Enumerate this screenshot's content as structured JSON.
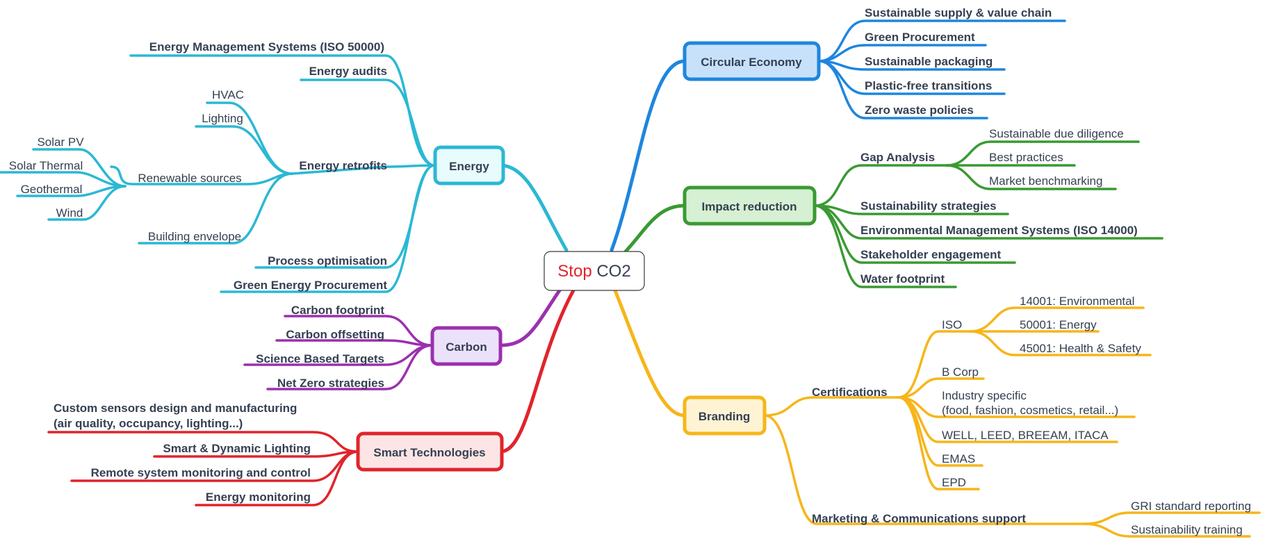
{
  "root": {
    "part1": "Stop",
    "part2": " CO2",
    "accent_color": "#e0242b"
  },
  "colors": {
    "energy": "#2bb8d4",
    "carbon": "#9b30ae",
    "smart": "#e0242b",
    "circular": "#1e86de",
    "impact": "#3a9a33",
    "branding": "#f6b61a",
    "text": "#354052"
  },
  "branches": {
    "energy": {
      "label": "Energy",
      "items": {
        "ems": "Energy Management Systems (ISO 50000)",
        "audits": "Energy audits",
        "retrofits": "Energy retrofits",
        "hvac": "HVAC",
        "lighting": "Lighting",
        "renewable": "Renewable sources",
        "solar_pv": "Solar PV",
        "solar_thermal": "Solar Thermal",
        "geothermal": "Geothermal",
        "wind": "Wind",
        "envelope": "Building envelope",
        "process": "Process optimisation",
        "green_procurement": "Green Energy Procurement"
      }
    },
    "carbon": {
      "label": "Carbon",
      "items": {
        "footprint": "Carbon footprint",
        "offsetting": "Carbon offsetting",
        "sbt": "Science Based Targets",
        "net_zero": "Net Zero strategies"
      }
    },
    "smart": {
      "label": "Smart Technologies",
      "items": {
        "sensors_line1": "Custom sensors design and manufacturing",
        "sensors_line2": "(air quality, occupancy, lighting...)",
        "lighting": "Smart & Dynamic Lighting",
        "remote": "Remote system monitoring and control",
        "monitoring": "Energy monitoring"
      }
    },
    "circular": {
      "label": "Circular Economy",
      "items": {
        "supply": "Sustainable supply & value chain",
        "procurement": "Green Procurement",
        "packaging": "Sustainable packaging",
        "plastic": "Plastic-free transitions",
        "zero_waste": "Zero waste policies"
      }
    },
    "impact": {
      "label": "Impact reduction",
      "items": {
        "gap": "Gap Analysis",
        "due_diligence": "Sustainable due diligence",
        "best_practices": "Best practices",
        "benchmarking": "Market benchmarking",
        "strategies": "Sustainability strategies",
        "ems14000": "Environmental Management Systems (ISO 14000)",
        "stakeholder": "Stakeholder engagement",
        "water": "Water footprint"
      }
    },
    "branding": {
      "label": "Branding",
      "items": {
        "certifications": "Certifications",
        "iso": "ISO",
        "iso14001": "14001: Environmental",
        "iso50001": "50001: Energy",
        "iso45001": "45001: Health & Safety",
        "bcorp": "B Corp",
        "industry_line1": "Industry specific",
        "industry_line2": "(food, fashion, cosmetics, retail...)",
        "well": "WELL, LEED, BREEAM, ITACA",
        "emas": "EMAS",
        "epd": "EPD",
        "marketing": "Marketing & Communications support",
        "gri": "GRI standard reporting",
        "training": "Sustainability training"
      }
    }
  }
}
